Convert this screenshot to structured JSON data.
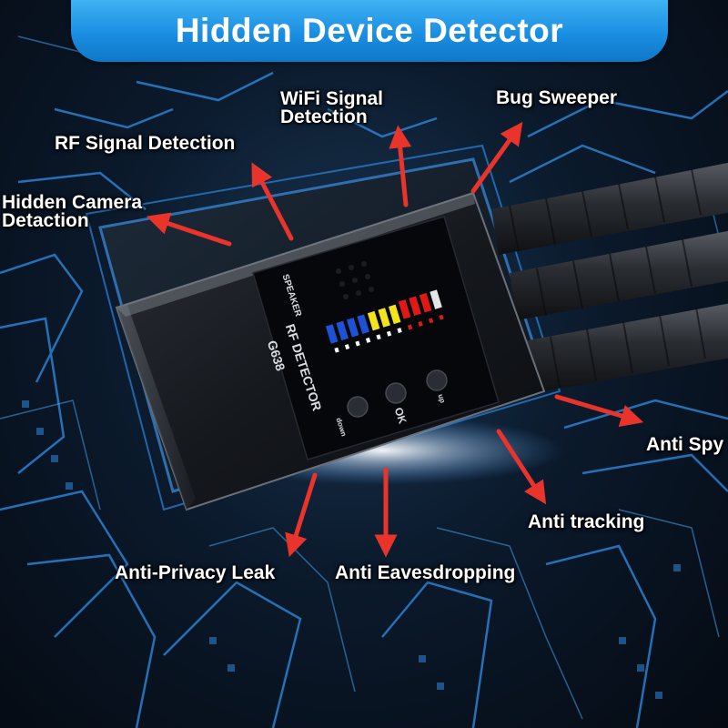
{
  "banner": {
    "title": "Hidden Device Detector"
  },
  "features": {
    "wifi": [
      "WiFi Signal",
      "Detection"
    ],
    "bug": "Bug Sweeper",
    "rf": "RF Signal Detection",
    "camera": [
      "Hidden Camera",
      "Detaction"
    ],
    "spy": "Anti Spy",
    "tracking": "Anti tracking",
    "privacy": "Anti-Privacy Leak",
    "eavesdrop": "Anti Eavesdropping"
  },
  "device": {
    "speaker": "SPEAKER",
    "name": "RF DETECTOR",
    "model": "G638",
    "buttons": {
      "down": "down",
      "ok": "OK",
      "up": "up"
    }
  },
  "colors": {
    "banner": "#1a8ee2",
    "arrow": "#e8342a",
    "led_blue": "#1d52d6",
    "led_yellow": "#f2e31a",
    "led_red": "#e01818",
    "led_white": "#e6e6e6"
  }
}
